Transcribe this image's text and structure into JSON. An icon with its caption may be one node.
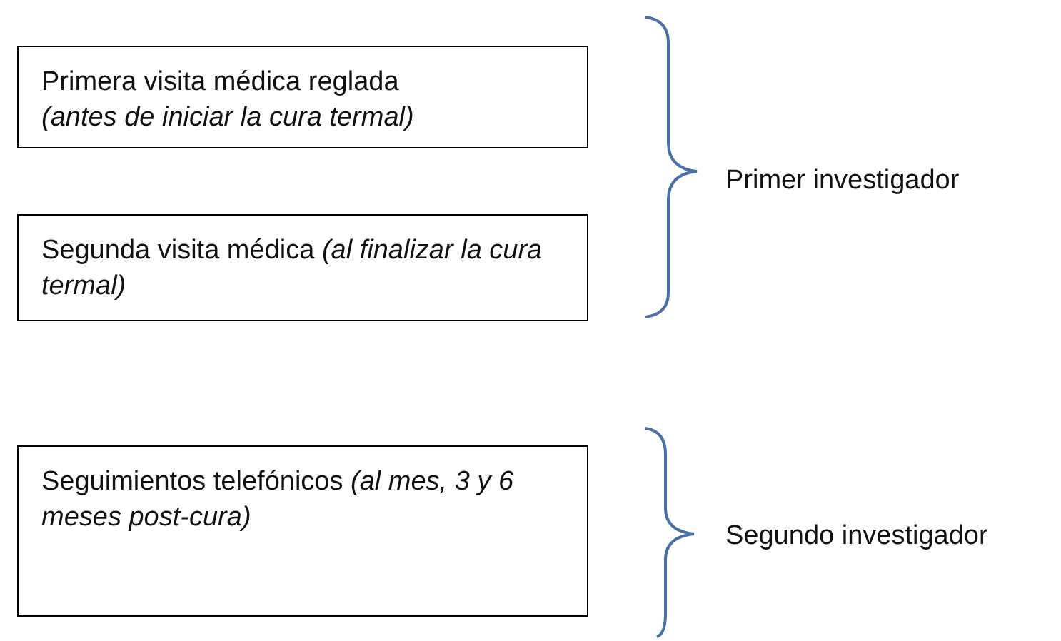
{
  "diagram": {
    "nodes": [
      {
        "text": [
          "Primera visita médica reglada",
          "(antes de iniciar la cura termal)"
        ]
      },
      {
        "text": [
          "Segunda visita médica *(al finalizar la cura termal)*"
        ]
      },
      {
        "text": [
          "Seguimientos telefónicos *(al mes, 3  y 6 meses post-cura)*"
        ]
      }
    ],
    "edges": [],
    "labels": [
      "Primer investigador",
      "Segundo investigador"
    ]
  }
}
